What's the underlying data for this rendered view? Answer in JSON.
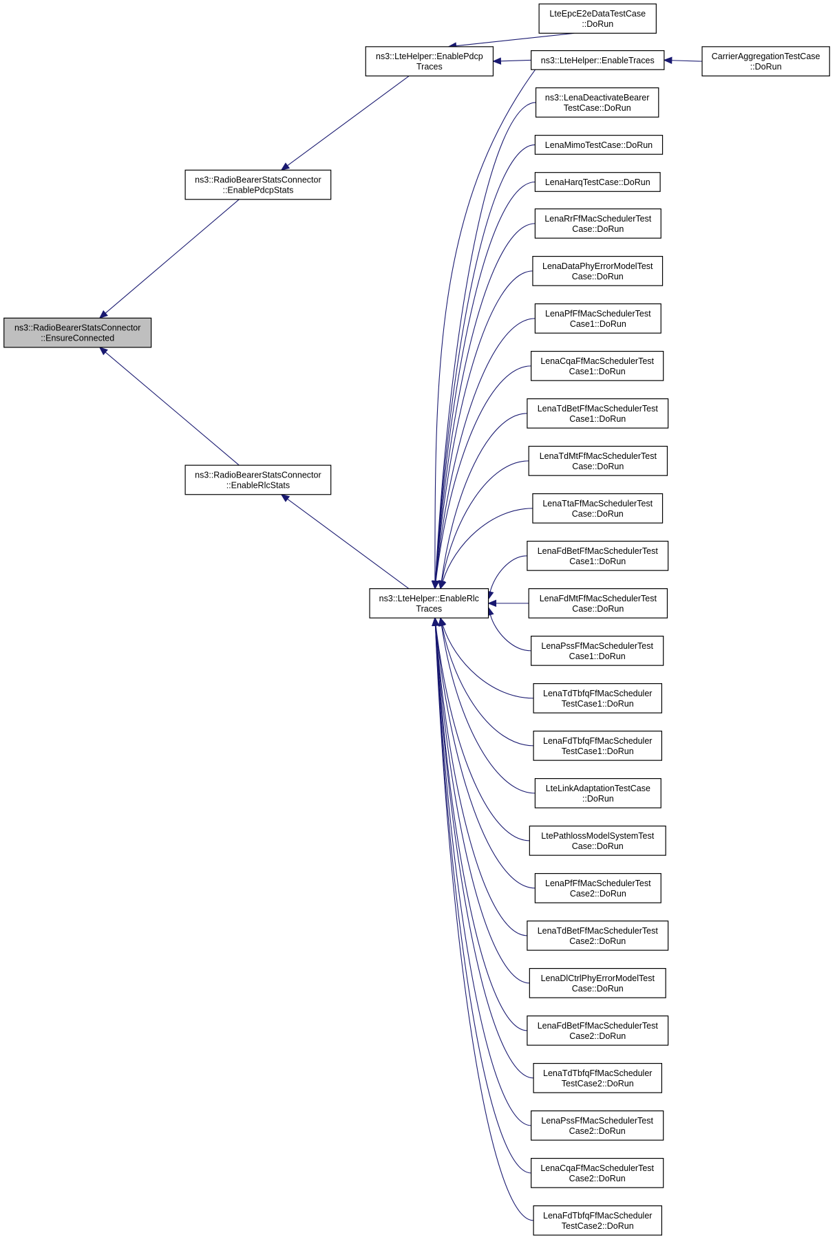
{
  "nodes": [
    {
      "id": "ensure",
      "lines": [
        "ns3::RadioBearerStatsConnector",
        "::EnsureConnected"
      ],
      "focus": true
    },
    {
      "id": "pdcpstats",
      "lines": [
        "ns3::RadioBearerStatsConnector",
        "::EnablePdcpStats"
      ]
    },
    {
      "id": "rlcstats",
      "lines": [
        "ns3::RadioBearerStatsConnector",
        "::EnableRlcStats"
      ]
    },
    {
      "id": "pdcptraces",
      "lines": [
        "ns3::LteHelper::EnablePdcp",
        "Traces"
      ]
    },
    {
      "id": "rlctraces",
      "lines": [
        "ns3::LteHelper::EnableRlc",
        "Traces"
      ]
    },
    {
      "id": "traces",
      "lines": [
        "ns3::LteHelper::EnableTraces"
      ]
    },
    {
      "id": "epc",
      "lines": [
        "LteEpcE2eDataTestCase",
        "::DoRun"
      ]
    },
    {
      "id": "ca",
      "lines": [
        "CarrierAggregationTestCase",
        "::DoRun"
      ]
    },
    {
      "id": "deact",
      "lines": [
        "ns3::LenaDeactivateBearer",
        "TestCase::DoRun"
      ]
    },
    {
      "id": "mimo",
      "lines": [
        "LenaMimoTestCase::DoRun"
      ]
    },
    {
      "id": "harq",
      "lines": [
        "LenaHarqTestCase::DoRun"
      ]
    },
    {
      "id": "rr",
      "lines": [
        "LenaRrFfMacSchedulerTest",
        "Case::DoRun"
      ]
    },
    {
      "id": "dataphy",
      "lines": [
        "LenaDataPhyErrorModelTest",
        "Case::DoRun"
      ]
    },
    {
      "id": "pf1",
      "lines": [
        "LenaPfFfMacSchedulerTest",
        "Case1::DoRun"
      ]
    },
    {
      "id": "cqa1",
      "lines": [
        "LenaCqaFfMacSchedulerTest",
        "Case1::DoRun"
      ]
    },
    {
      "id": "tdbet1",
      "lines": [
        "LenaTdBetFfMacSchedulerTest",
        "Case1::DoRun"
      ]
    },
    {
      "id": "tdmt",
      "lines": [
        "LenaTdMtFfMacSchedulerTest",
        "Case::DoRun"
      ]
    },
    {
      "id": "tta",
      "lines": [
        "LenaTtaFfMacSchedulerTest",
        "Case::DoRun"
      ]
    },
    {
      "id": "fdbet1",
      "lines": [
        "LenaFdBetFfMacSchedulerTest",
        "Case1::DoRun"
      ]
    },
    {
      "id": "fdmt",
      "lines": [
        "LenaFdMtFfMacSchedulerTest",
        "Case::DoRun"
      ]
    },
    {
      "id": "pss1",
      "lines": [
        "LenaPssFfMacSchedulerTest",
        "Case1::DoRun"
      ]
    },
    {
      "id": "tdtbfq1",
      "lines": [
        "LenaTdTbfqFfMacScheduler",
        "TestCase1::DoRun"
      ]
    },
    {
      "id": "fdtbfq1",
      "lines": [
        "LenaFdTbfqFfMacScheduler",
        "TestCase1::DoRun"
      ]
    },
    {
      "id": "linkadapt",
      "lines": [
        "LteLinkAdaptationTestCase",
        "::DoRun"
      ]
    },
    {
      "id": "pathloss",
      "lines": [
        "LtePathlossModelSystemTest",
        "Case::DoRun"
      ]
    },
    {
      "id": "pf2",
      "lines": [
        "LenaPfFfMacSchedulerTest",
        "Case2::DoRun"
      ]
    },
    {
      "id": "tdbet2",
      "lines": [
        "LenaTdBetFfMacSchedulerTest",
        "Case2::DoRun"
      ]
    },
    {
      "id": "dlctrl",
      "lines": [
        "LenaDlCtrlPhyErrorModelTest",
        "Case::DoRun"
      ]
    },
    {
      "id": "fdbet2",
      "lines": [
        "LenaFdBetFfMacSchedulerTest",
        "Case2::DoRun"
      ]
    },
    {
      "id": "tdtbfq2",
      "lines": [
        "LenaTdTbfqFfMacScheduler",
        "TestCase2::DoRun"
      ]
    },
    {
      "id": "pss2",
      "lines": [
        "LenaPssFfMacSchedulerTest",
        "Case2::DoRun"
      ]
    },
    {
      "id": "cqa2",
      "lines": [
        "LenaCqaFfMacSchedulerTest",
        "Case2::DoRun"
      ]
    },
    {
      "id": "fdtbfq2",
      "lines": [
        "LenaFdTbfqFfMacScheduler",
        "TestCase2::DoRun"
      ]
    }
  ],
  "edges": [
    {
      "from": "pdcpstats",
      "to": "ensure"
    },
    {
      "from": "rlcstats",
      "to": "ensure"
    },
    {
      "from": "pdcptraces",
      "to": "pdcpstats"
    },
    {
      "from": "rlctraces",
      "to": "rlcstats"
    },
    {
      "from": "epc",
      "to": "pdcptraces"
    },
    {
      "from": "traces",
      "to": "pdcptraces"
    },
    {
      "from": "ca",
      "to": "traces"
    },
    {
      "from": "traces",
      "to": "rlctraces"
    },
    {
      "from": "deact",
      "to": "rlctraces"
    },
    {
      "from": "mimo",
      "to": "rlctraces"
    },
    {
      "from": "harq",
      "to": "rlctraces"
    },
    {
      "from": "rr",
      "to": "rlctraces"
    },
    {
      "from": "dataphy",
      "to": "rlctraces"
    },
    {
      "from": "pf1",
      "to": "rlctraces"
    },
    {
      "from": "cqa1",
      "to": "rlctraces"
    },
    {
      "from": "tdbet1",
      "to": "rlctraces"
    },
    {
      "from": "tdmt",
      "to": "rlctraces"
    },
    {
      "from": "tta",
      "to": "rlctraces"
    },
    {
      "from": "fdbet1",
      "to": "rlctraces"
    },
    {
      "from": "fdmt",
      "to": "rlctraces"
    },
    {
      "from": "pss1",
      "to": "rlctraces"
    },
    {
      "from": "tdtbfq1",
      "to": "rlctraces"
    },
    {
      "from": "fdtbfq1",
      "to": "rlctraces"
    },
    {
      "from": "linkadapt",
      "to": "rlctraces"
    },
    {
      "from": "pathloss",
      "to": "rlctraces"
    },
    {
      "from": "pf2",
      "to": "rlctraces"
    },
    {
      "from": "tdbet2",
      "to": "rlctraces"
    },
    {
      "from": "dlctrl",
      "to": "rlctraces"
    },
    {
      "from": "fdbet2",
      "to": "rlctraces"
    },
    {
      "from": "tdtbfq2",
      "to": "rlctraces"
    },
    {
      "from": "pss2",
      "to": "rlctraces"
    },
    {
      "from": "cqa2",
      "to": "rlctraces"
    },
    {
      "from": "fdtbfq2",
      "to": "rlctraces"
    }
  ],
  "colors": {
    "edge": "#191970",
    "focus_fill": "#bfbfbf",
    "node_fill": "#ffffff",
    "border": "#000000"
  }
}
